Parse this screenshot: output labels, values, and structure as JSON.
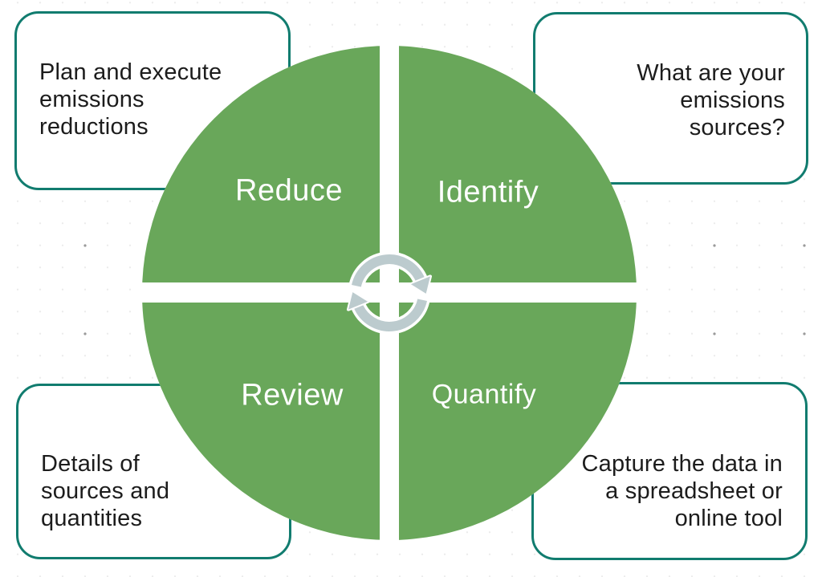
{
  "diagram": {
    "title_hint": "emissions management cycle",
    "quadrants": [
      {
        "id": "reduce",
        "label": "Reduce"
      },
      {
        "id": "identify",
        "label": "Identify"
      },
      {
        "id": "review",
        "label": "Review"
      },
      {
        "id": "quantify",
        "label": "Quantify"
      }
    ],
    "notes": {
      "top_left": "Plan and execute\nemissions\nreductions",
      "top_right": "What are your\nemissions\nsources?",
      "bottom_left": "Details of\nsources and\nquantities",
      "bottom_right": "Capture the data in\na spreadsheet or\nonline tool"
    },
    "icons": {
      "center": "cycle-arrows-icon"
    },
    "colors": {
      "quadrant_green": "#69a75a",
      "note_border_teal": "#117c6f",
      "arrow_gray": "#bccbce",
      "label_text": "#ffffff",
      "note_text": "#1c1c1c"
    }
  }
}
